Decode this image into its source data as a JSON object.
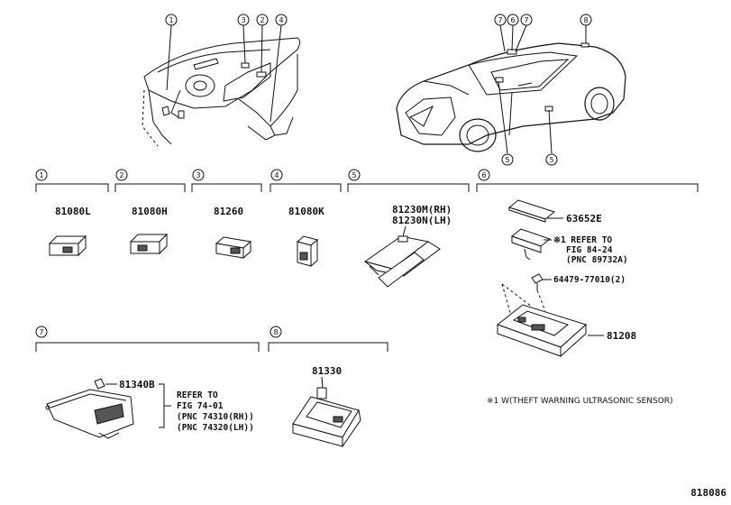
{
  "diagram": {
    "callouts": [
      "1",
      "2",
      "3",
      "4",
      "5",
      "6",
      "7",
      "8"
    ],
    "sections": [
      {
        "num": "1",
        "part_numbers": [
          "81080L"
        ]
      },
      {
        "num": "2",
        "part_numbers": [
          "81080H"
        ]
      },
      {
        "num": "3",
        "part_numbers": [
          "81260"
        ]
      },
      {
        "num": "4",
        "part_numbers": [
          "81080K"
        ]
      },
      {
        "num": "5",
        "part_numbers": [
          "81230M(RH)",
          "81230N(LH)"
        ]
      },
      {
        "num": "6",
        "part_numbers": [
          "63652E",
          "64479-77010(2)",
          "81208"
        ]
      },
      {
        "num": "7",
        "part_numbers": [
          "81340B"
        ]
      },
      {
        "num": "8",
        "part_numbers": [
          "81330"
        ]
      }
    ],
    "sec6_note": [
      "※1 REFER TO",
      "FIG 84-24",
      "(PNC 89732A)"
    ],
    "sec7_note": [
      "REFER TO",
      "FIG 74-01",
      "(PNC 74310(RH))",
      "(PNC 74320(LH))"
    ],
    "footnote": "※1 W(THEFT WARNING ULTRASONIC SENSOR)",
    "figure_id": "818086"
  }
}
